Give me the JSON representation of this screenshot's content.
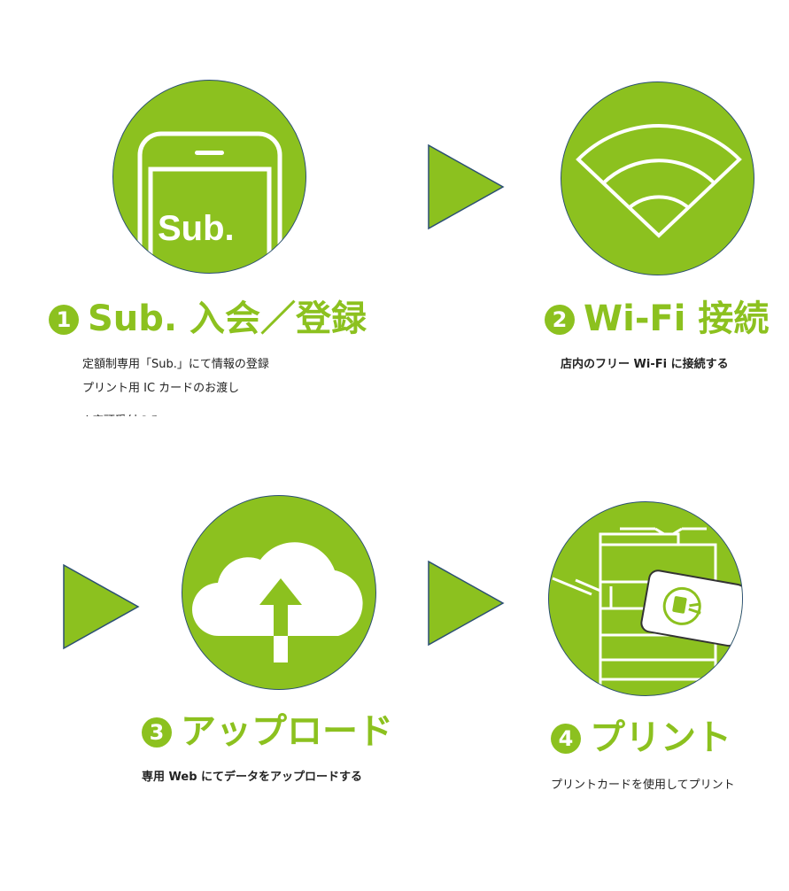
{
  "colors": {
    "green": "#8cc11f",
    "circle_border": "#2b4f73",
    "arrow_border": "#2b4f73",
    "text": "#222222"
  },
  "steps": [
    {
      "number": "1",
      "title": "Sub. 入会／登録",
      "icon": "smartphone-icon",
      "screen_label": "Sub.",
      "desc": [
        "定額制専用「Sub.」にて情報の登録",
        "プリント用 IC カードのお渡し",
        "※店頭受付のみ"
      ]
    },
    {
      "number": "2",
      "title": "Wi-Fi 接続",
      "icon": "wifi-icon",
      "desc": [
        "店内のフリー Wi-Fi に接続する"
      ]
    },
    {
      "number": "3",
      "title": "アップロード",
      "icon": "cloud-upload-icon",
      "desc": [
        "専用 Web にてデータをアップロードする"
      ]
    },
    {
      "number": "4",
      "title": "プリント",
      "icon": "printer-card-icon",
      "desc": [
        "プリントカードを使用してプリント"
      ]
    }
  ]
}
